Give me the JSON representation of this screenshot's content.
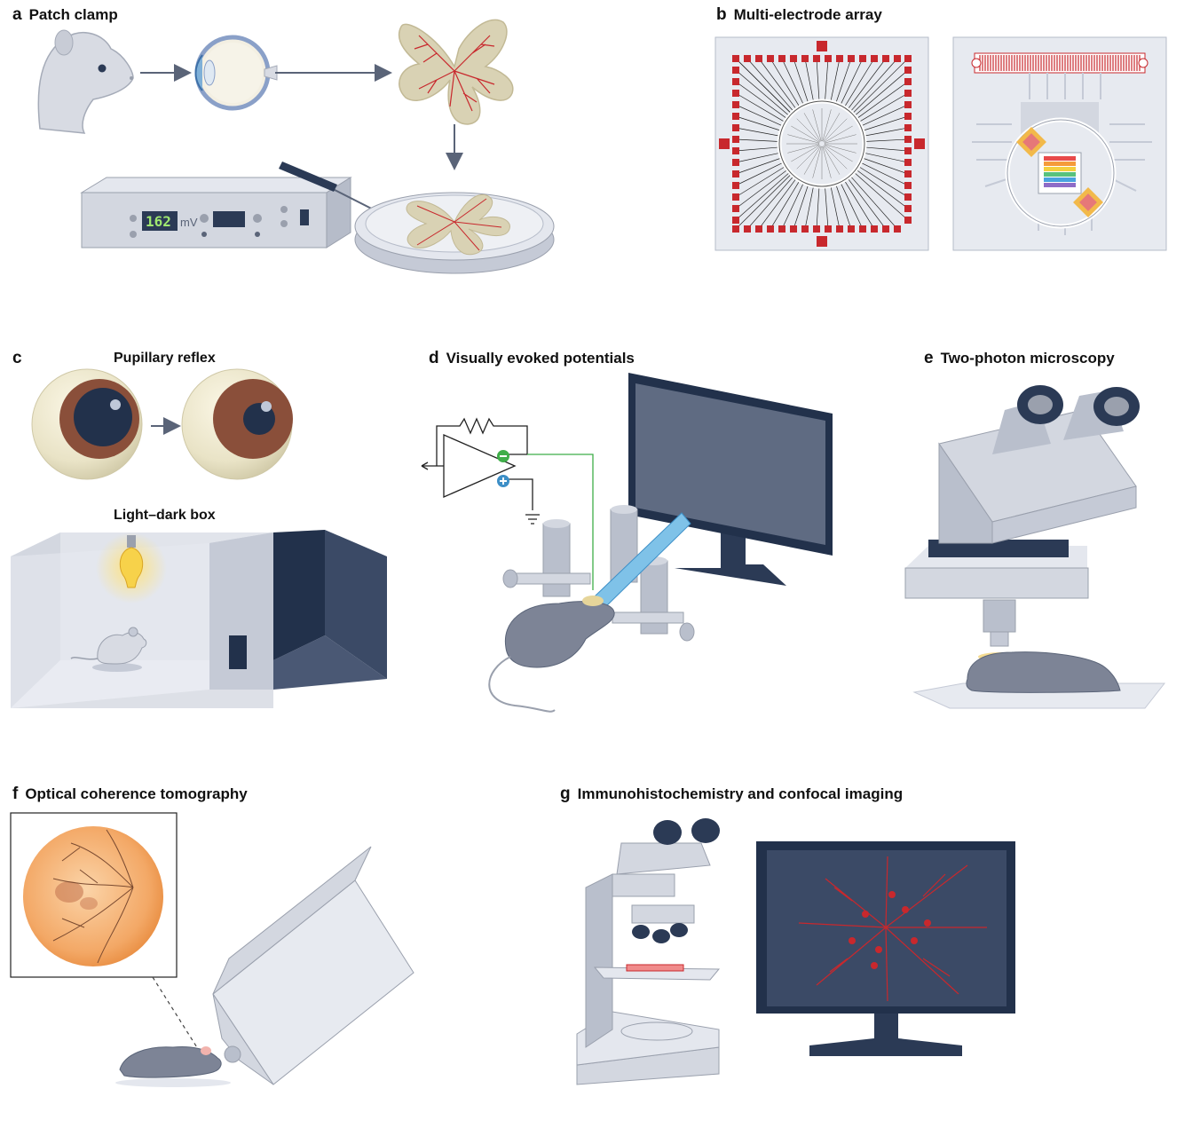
{
  "panels": {
    "a": {
      "letter": "a",
      "title": "Patch clamp",
      "readout": "162",
      "unit": "mV"
    },
    "b": {
      "letter": "b",
      "title": "Multi-electrode array"
    },
    "c": {
      "letter": "c",
      "title_top": "Pupillary reflex",
      "title_bottom": "Light–dark box"
    },
    "d": {
      "letter": "d",
      "title": "Visually evoked potentials"
    },
    "e": {
      "letter": "e",
      "title": "Two-photon microscopy"
    },
    "f": {
      "letter": "f",
      "title": "Optical coherence tomography"
    },
    "g": {
      "letter": "g",
      "title": "Immunohistochemistry and confocal imaging"
    }
  },
  "colors": {
    "vessel_red": "#c8282d",
    "retina_tan": "#d9d2b4",
    "navy": "#2b3a55",
    "steel": "#b9bfcc",
    "screen": "#5f6b82",
    "iris_brown": "#8a4f3a",
    "fundus_orange": "#f0a660",
    "amp_green": "#3fae49",
    "amp_blue": "#3d8fc7"
  },
  "icons": [
    "mouse-icon",
    "eye-icon",
    "retina-icon",
    "amplifier-icon",
    "petri-dish-icon",
    "electrode-array-icon",
    "light-bulb-icon",
    "monitor-icon",
    "microscope-icon"
  ]
}
